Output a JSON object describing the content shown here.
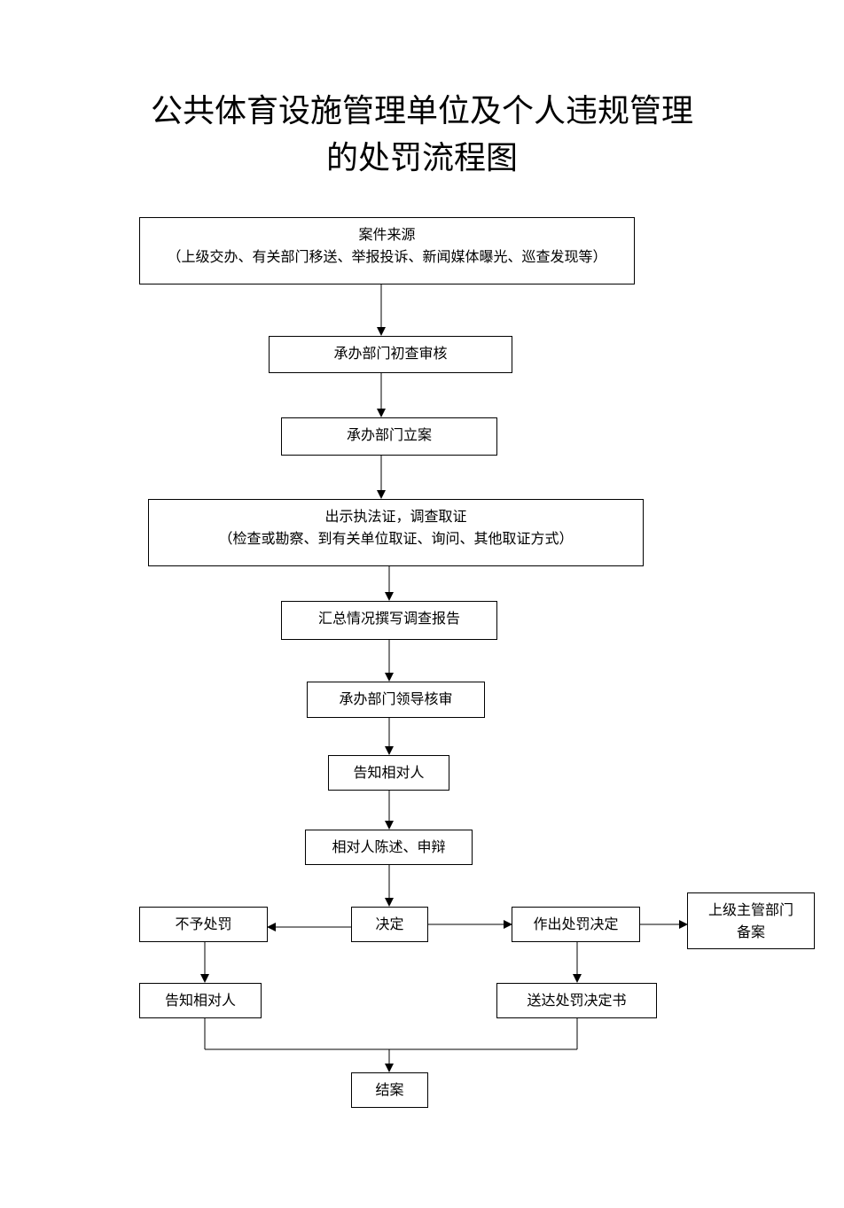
{
  "title": {
    "line1": "公共体育设施管理单位及个人违规管理",
    "line2": "的处罚流程图"
  },
  "nodes": {
    "source": {
      "label": "案件来源",
      "detail": "（上级交办、有关部门移送、举报投诉、新闻媒体曝光、巡查发现等）"
    },
    "review": {
      "label": "承办部门初查审核"
    },
    "filing": {
      "label": "承办部门立案"
    },
    "investigate": {
      "label": "出示执法证，调查取证",
      "detail": "（检查或勘察、到有关单位取证、询问、其他取证方式）"
    },
    "report": {
      "label": "汇总情况撰写调查报告"
    },
    "leader_review": {
      "label": "承办部门领导核审"
    },
    "notify": {
      "label": "告知相对人"
    },
    "statement": {
      "label": "相对人陈述、申辩"
    },
    "decision": {
      "label": "决定"
    },
    "no_penalty": {
      "label": "不予处罚"
    },
    "penalty": {
      "label": "作出处罚决定"
    },
    "superior_line1": "上级主管部门",
    "superior_line2": "备案",
    "notify_no_penalty": {
      "label": "告知相对人"
    },
    "deliver": {
      "label": "送达处罚决定书"
    },
    "close": {
      "label": "结案"
    }
  }
}
